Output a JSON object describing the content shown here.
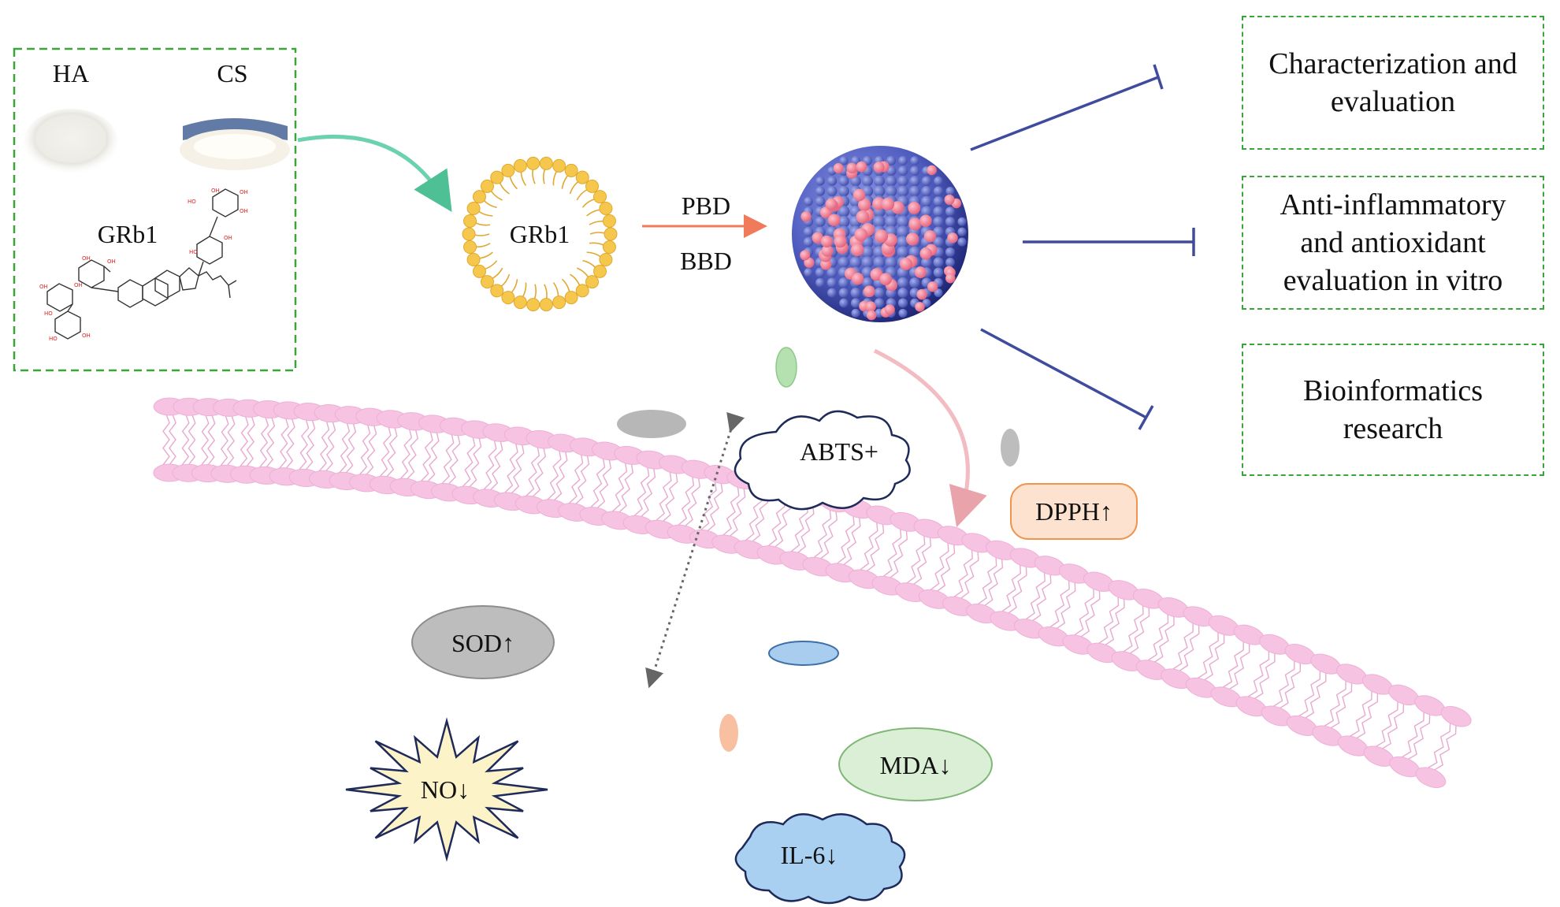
{
  "ingredients": {
    "ha_label": "HA",
    "cs_label": "CS",
    "grb1_label": "GRb1"
  },
  "liposome_label": "GRb1",
  "process": {
    "step1": "PBD",
    "step2": "BBD"
  },
  "outcomes": [
    "Characterization and\nevaluation",
    "Anti-inflammatory\nand antioxidant\nevaluation in vitro",
    "Bioinformatics\nresearch"
  ],
  "markers": {
    "abts": "ABTS+",
    "dpph": "DPPH↑",
    "sod": "SOD↑",
    "no": "NO↓",
    "mda": "MDA↓",
    "il6": "IL-6↓"
  },
  "colors": {
    "dashed_border": "#3aa63a",
    "membrane": "#f3b8dc",
    "nanoparticle": "#5b69c9",
    "nanoparticle_spots": "#f08aa0",
    "liposome": "#f3c24a",
    "inhibit_line": "#3f4c9e",
    "arrow_green": "#5cc7a0",
    "arrow_orange": "#f07a5a",
    "arrow_pink": "#e69aa4"
  }
}
